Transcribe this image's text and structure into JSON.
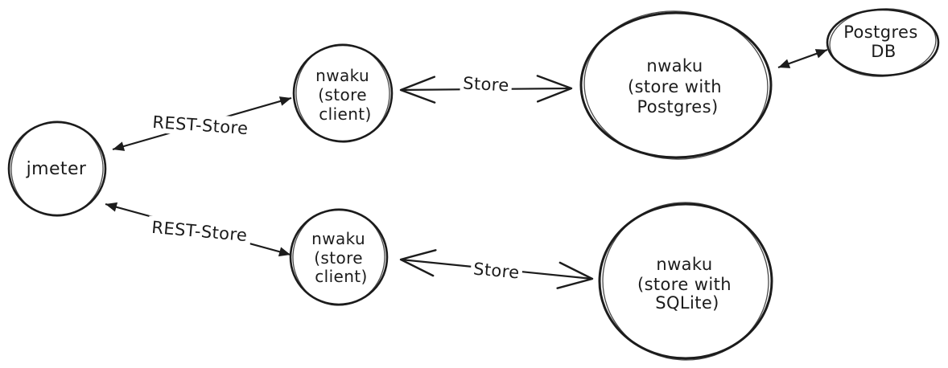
{
  "colors": {
    "ink": "#1c1c1c",
    "background": "#ffffff"
  },
  "nodes": {
    "jmeter": {
      "lines": [
        "jmeter"
      ]
    },
    "store_client_top": {
      "lines": [
        "nwaku",
        "(store",
        "client)"
      ]
    },
    "nwaku_postgres": {
      "lines": [
        "nwaku",
        "(store with",
        "Postgres)"
      ]
    },
    "postgres_db": {
      "lines": [
        "Postgres",
        "DB"
      ]
    },
    "store_client_bottom": {
      "lines": [
        "nwaku",
        "(store",
        "client)"
      ]
    },
    "nwaku_sqlite": {
      "lines": [
        "nwaku",
        "(store with",
        "SQLite)"
      ]
    }
  },
  "edges": {
    "rest_store_top": {
      "label": "REST-Store"
    },
    "store_top": {
      "label": "Store"
    },
    "rest_store_bottom": {
      "label": "REST-Store"
    },
    "store_bottom": {
      "label": "Store"
    }
  }
}
